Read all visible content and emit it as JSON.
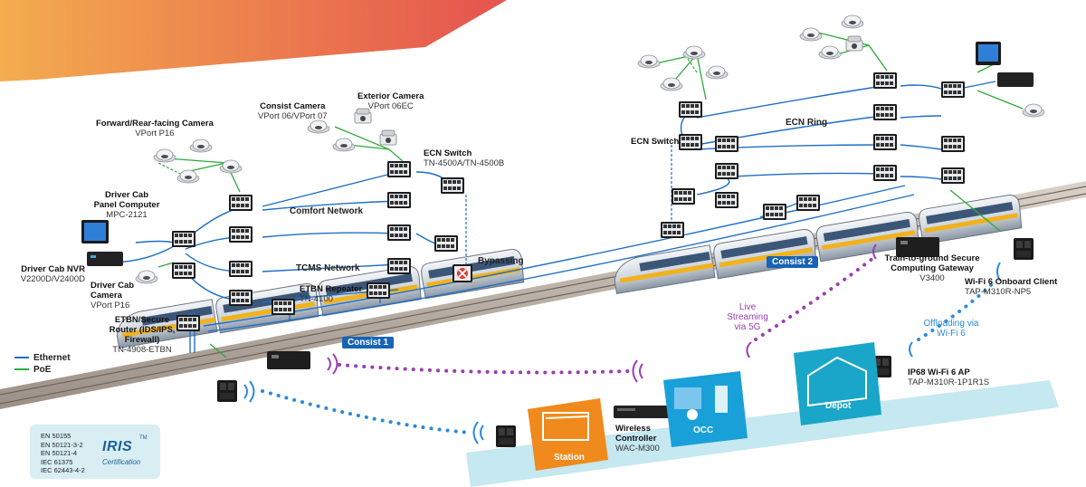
{
  "cameras": {
    "forward": {
      "title": "Forward/Rear-facing Camera",
      "model": "VPort P16"
    },
    "consist": {
      "title": "Consist Camera",
      "model": "VPort 06/VPort 07"
    },
    "exterior": {
      "title": "Exterior Camera",
      "model": "VPort 06EC"
    },
    "driver": {
      "title": "Driver Cab Camera",
      "model": "VPort P16"
    }
  },
  "devices": {
    "ecn_switch_left": {
      "title": "ECN Switch",
      "model": "TN-4500A/TN-4500B"
    },
    "panel_computer": {
      "title": "Driver Cab Panel Computer",
      "model": "MPC-2121"
    },
    "nvr": {
      "title": "Driver Cab NVR",
      "model": "V2200D/V2400D"
    },
    "etbn_repeater": {
      "title": "ETBN Repeater",
      "model": "TN-4100"
    },
    "router": {
      "title": "ETBN/Secure Router (IDS/IPS, Firewall)",
      "model": "TN-4908-ETBN"
    },
    "ecn_switch_right": {
      "title": "ECN Switch"
    },
    "gateway": {
      "title": "Train-to-ground Secure Computing Gateway",
      "model": "V3400"
    },
    "onboard_client": {
      "title": "Wi-Fi 6 Onboard Client",
      "model": "TAP-M310R-NP5"
    },
    "wifi_ap": {
      "title": "IP68 Wi-Fi 6 AP",
      "model": "TAP-M310R-1P1R1S"
    },
    "wireless_controller": {
      "title": "Wireless Controller",
      "model": "WAC-M300"
    }
  },
  "networks": {
    "comfort": "Comfort Network",
    "tcms": "TCMS Network",
    "ecn_ring": "ECN Ring",
    "bypassing": "Bypassing"
  },
  "consists": {
    "c1": "Consist 1",
    "c2": "Consist 2"
  },
  "links": {
    "live_streaming": "Live Streaming via 5G",
    "offloading": "Offloading via Wi-Fi 6"
  },
  "buildings": {
    "station": "Station",
    "occ": "OCC",
    "depot": "Depot"
  },
  "legend": {
    "ethernet": "Ethernet",
    "poe": "PoE"
  },
  "colors": {
    "ethernet": "#1f6fc5",
    "poe": "#2eaa3a",
    "wifi": "#2d8ad8",
    "cellular": "#9b3fb0",
    "building": "#1aa6c8",
    "station": "#f08a1c"
  },
  "certification": {
    "standards": [
      "EN 50155",
      "EN 50121-3-2",
      "EN 50121-4",
      "IEC 61375",
      "IEC 62443-4-2"
    ],
    "logo": "IRIS",
    "label": "Certification"
  }
}
